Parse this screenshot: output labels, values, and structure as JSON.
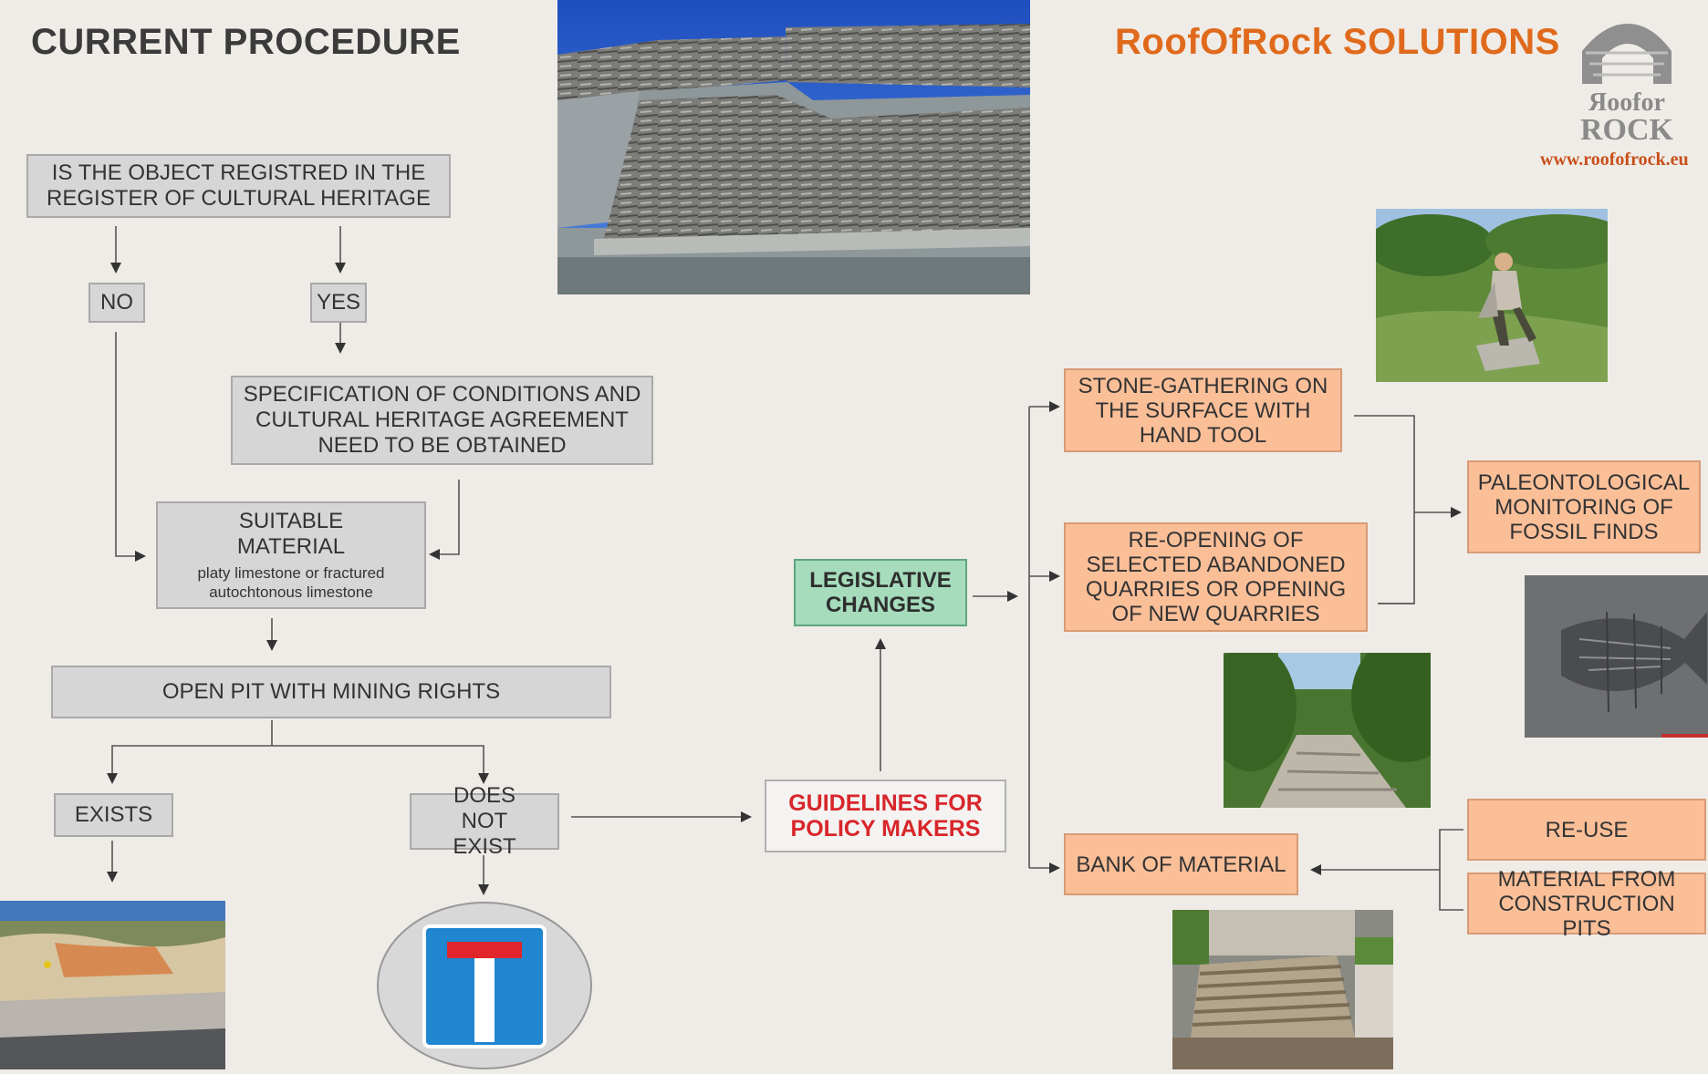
{
  "titles": {
    "left": "CURRENT PROCEDURE",
    "right": "RoofOfRock SOLUTIONS"
  },
  "logo": {
    "line1": "Яoofor",
    "line2": "ROCK",
    "url": "www.roofofrock.eu"
  },
  "nodes": {
    "registered": "IS THE OBJECT REGISTRED  IN THE REGISTER OF CULTURAL HERITAGE",
    "no": "NO",
    "yes": "YES",
    "specification": "SPECIFICATION OF CONDITIONS AND CULTURAL HERITAGE AGREEMENT NEED TO BE OBTAINED",
    "suitable_title": "SUITABLE MATERIAL",
    "suitable_sub": "platy limestone or fractured autochtonous limestone",
    "open_pit": "OPEN PIT  WITH MINING RIGHTS",
    "exists": "EXISTS",
    "does_not_exist": "DOES NOT EXIST",
    "guidelines": "GUIDELINES FOR POLICY MAKERS",
    "legislative": "LEGISLATIVE CHANGES",
    "stone_gathering": "STONE-GATHERING ON THE SURFACE WITH HAND TOOL",
    "reopening": "RE-OPENING OF SELECTED ABANDONED QUARRIES OR OPENING OF NEW QUARRIES",
    "paleontological": "PALEONTOLOGICAL MONITORING OF FOSSIL FINDS",
    "bank": "BANK OF MATERIAL",
    "reuse": "RE-USE",
    "construction_pits": "MATERIAL FROM CONSTRUCTION PITS"
  },
  "images": {
    "roof": "stone-roof-photo",
    "man": "man-gathering-stone-photo",
    "fossil": "fossil-fish-photo",
    "forest": "forest-quarry-photo",
    "stack": "stacked-stone-photo",
    "quarry": "open-pit-quarry-photo",
    "dead_end": "dead-end-road-sign"
  },
  "colors": {
    "grey_box": "#d6d6d6",
    "orange_box": "#fbbf98",
    "green_box": "#a6dcbc",
    "red_text": "#d8262b",
    "brand_orange": "#e06a1c",
    "sign_blue": "#1f86cf",
    "sign_red": "#e0262b"
  }
}
